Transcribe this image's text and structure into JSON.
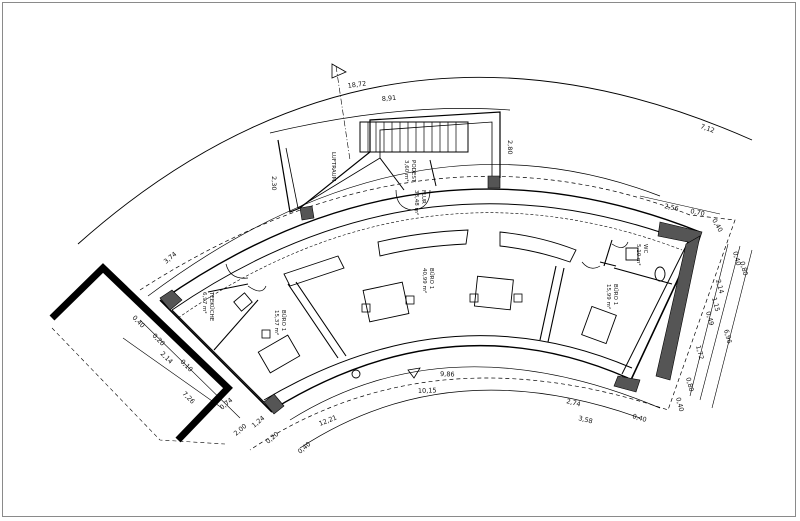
{
  "rooms": [
    {
      "name": "FLUR",
      "area": "38,48 m²"
    },
    {
      "name": "BÜRO 1",
      "area": "40,99 m²"
    },
    {
      "name": "BÜRO 1",
      "area": "15,37 m²"
    },
    {
      "name": "BÜRO 1",
      "area": "15,99 m²"
    },
    {
      "name": "TEEKÜCHE",
      "area": "6,97 m²"
    },
    {
      "name": "WC",
      "area": "5,10 m²"
    },
    {
      "name": "PODEST",
      "area": "3,60 m²"
    },
    {
      "name": "LUFTRAUM",
      "area": ""
    }
  ],
  "dimensions": {
    "outer_arc_total": "18,72",
    "outer_arc_segment": "8,91",
    "east_outer": "7,12",
    "stair_width": "2,80",
    "stair_side": "2,30",
    "west_segment": "3,74",
    "east_top_a": "2,56",
    "east_top_b": "0,70",
    "east_top_c": "0,40",
    "east_side": [
      "0,40",
      "0,80",
      "2,14",
      "1,15",
      "0,49",
      "1,72",
      "0,80",
      "0,40"
    ],
    "east_total": "6,96",
    "inner_arc_a": "9,86",
    "inner_arc_b": "2,74",
    "inner_arc_c": "3,58",
    "inner_arc_d": "10,15",
    "inner_arc_e": "0,40",
    "inner_arc_total": "12,21",
    "terrace_depth": "7,26",
    "west_side": [
      "0,40",
      "0,20",
      "2,14",
      "0,10"
    ],
    "west_bottom": [
      "0,74",
      "2,00",
      "1,24",
      "0,20",
      "0,40"
    ]
  }
}
